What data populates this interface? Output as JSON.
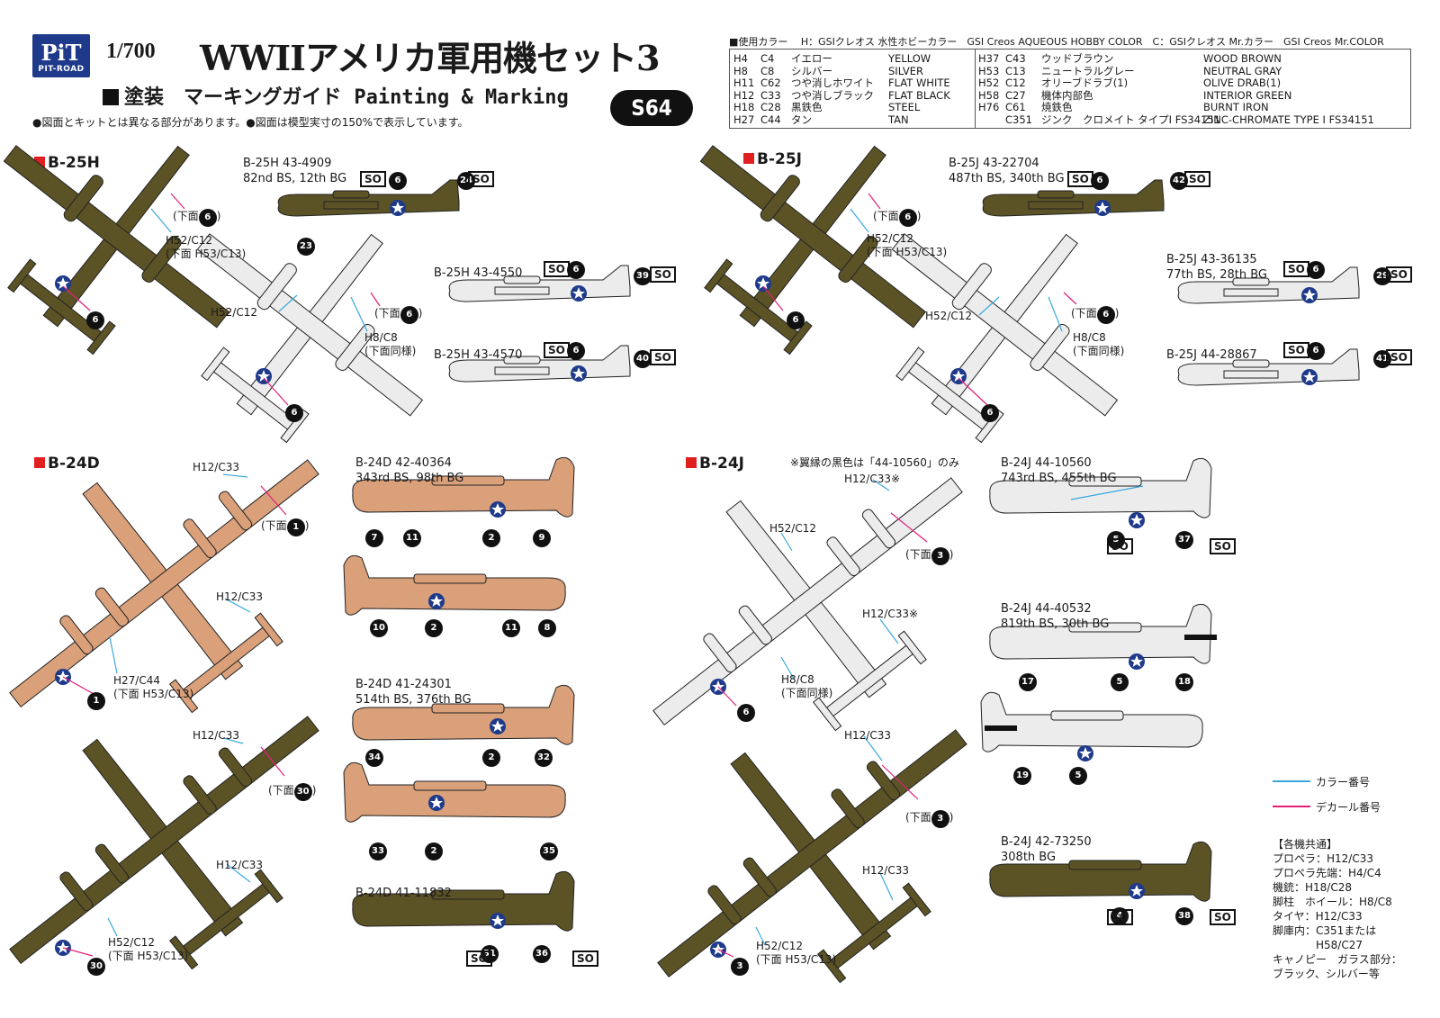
{
  "header": {
    "logo_top": "PiT",
    "logo_bottom": "PIT-ROAD",
    "scale": "1/700",
    "title": "WWIIアメリカ軍用機セット3",
    "subtitle_ja": "塗装　マーキングガイド",
    "subtitle_en": "Painting & Marking",
    "code": "S64",
    "note": "●図面とキットとは異なる部分があります。●図面は模型実寸の150%で表示しています。"
  },
  "paints": {
    "heading": "■使用カラー　 H：GSIクレオス 水性ホビーカラー　GSI Creos AQUEOUS HOBBY COLOR　C：GSIクレオス Mr.カラー　GSI Creos Mr.COLOR",
    "left": [
      [
        "H4",
        "C4",
        "イエロー",
        "YELLOW"
      ],
      [
        "H8",
        "C8",
        "シルバー",
        "SILVER"
      ],
      [
        "H11",
        "C62",
        "つや消しホワイト",
        "FLAT WHITE"
      ],
      [
        "H12",
        "C33",
        "つや消しブラック",
        "FLAT BLACK"
      ],
      [
        "H18",
        "C28",
        "黒鉄色",
        "STEEL"
      ],
      [
        "H27",
        "C44",
        "タン",
        "TAN"
      ]
    ],
    "right": [
      [
        "H37",
        "C43",
        "ウッドブラウン",
        "WOOD BROWN"
      ],
      [
        "H53",
        "C13",
        "ニュートラルグレー",
        "NEUTRAL GRAY"
      ],
      [
        "H52",
        "C12",
        "オリーブドラブ(1)",
        "OLIVE DRAB(1)"
      ],
      [
        "H58",
        "C27",
        "機体内部色",
        "INTERIOR GREEN"
      ],
      [
        "H76",
        "C61",
        "焼鉄色",
        "BURNT IRON"
      ],
      [
        "",
        "C351",
        "ジンク　クロメイト タイプI FS34151",
        "ZINC-CHROMATE TYPE I FS34151"
      ]
    ]
  },
  "sections": {
    "b25h": "B-25H",
    "b25j": "B-25J",
    "b24d": "B-24D",
    "b24j": "B-24J",
    "b24j_note": "※翼縁の黒色は「44-10560」のみ"
  },
  "aircraft": {
    "b25h_1": [
      "B-25H 43-4909",
      "82nd BS, 12th BG"
    ],
    "b25h_2": [
      "B-25H 43-4550"
    ],
    "b25h_3": [
      "B-25H 43-4570"
    ],
    "b25j_1": [
      "B-25J 43-22704",
      "487th BS, 340th BG"
    ],
    "b25j_2": [
      "B-25J 43-36135",
      "77th BS, 28th BG"
    ],
    "b25j_3": [
      "B-25J 44-28867"
    ],
    "b24d_1": [
      "B-24D 42-40364",
      "343rd BS, 98th BG"
    ],
    "b24d_2": [
      "B-24D 41-24301",
      "514th BS, 376th BG"
    ],
    "b24d_3": [
      "B-24D 41-11832"
    ],
    "b24j_1": [
      "B-24J 44-10560",
      "743rd BS, 455th BG"
    ],
    "b24j_2": [
      "B-24J 44-40532",
      "819th BS, 30th BG"
    ],
    "b24j_3": [
      "B-24J 42-73250",
      "308th BG"
    ]
  },
  "annotations": {
    "under6": "(下面",
    "h52c12": "H52/C12",
    "under_h53": "(下面 H53/C13)",
    "h8c8": "H8/C8",
    "under_same": "(下面同様)",
    "h12c33": "H12/C33",
    "h12c33x": "H12/C33※",
    "h27c44": "H27/C44",
    "close": ")"
  },
  "legend": {
    "color_no": "カラー番号",
    "decal_no": "デカール番号",
    "color_line": "#3aa8e0",
    "decal_line": "#e0207a"
  },
  "common": {
    "title": "【各機共通】",
    "lines": [
      "プロペラ：H12/C33",
      "プロペラ先端：H4/C4",
      "機銃：H18/C28",
      "脚柱　ホイール：H8/C8",
      "タイヤ：H12/C33",
      "脚庫内：C351または",
      "　　　　H58/C27",
      "キャノピー　ガラス部分：",
      "ブラック、シルバー等"
    ]
  },
  "colors": {
    "olive": "#5b5326",
    "silver": "#ececec",
    "tan": "#d9a07a",
    "accent_red": "#e02020",
    "navy": "#1f3a8a"
  }
}
